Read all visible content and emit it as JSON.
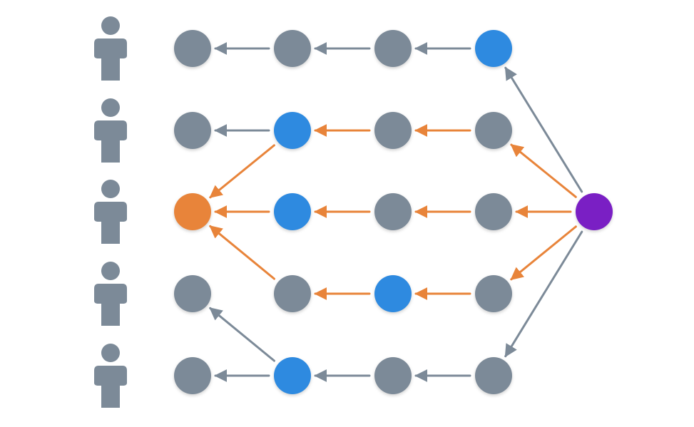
{
  "colors": {
    "person": "#7c8a98",
    "node_default": "#7c8a98",
    "node_blue": "#2e8ae0",
    "node_orange": "#e8843a",
    "node_purple": "#7a1fc4",
    "edge_gray": "#7c8a98",
    "edge_orange": "#e8843a"
  },
  "people": [
    {
      "id": "person-1",
      "icon": "person-icon"
    },
    {
      "id": "person-2",
      "icon": "person-icon"
    },
    {
      "id": "person-3",
      "icon": "person-icon"
    },
    {
      "id": "person-4",
      "icon": "person-icon"
    },
    {
      "id": "person-5",
      "icon": "person-icon"
    }
  ],
  "nodes": [
    {
      "id": "r1c1",
      "row": 1,
      "col": 1,
      "color": "node_default"
    },
    {
      "id": "r1c2",
      "row": 1,
      "col": 2,
      "color": "node_default"
    },
    {
      "id": "r1c3",
      "row": 1,
      "col": 3,
      "color": "node_default"
    },
    {
      "id": "r1c4",
      "row": 1,
      "col": 4,
      "color": "node_blue"
    },
    {
      "id": "r2c1",
      "row": 2,
      "col": 1,
      "color": "node_default"
    },
    {
      "id": "r2c2",
      "row": 2,
      "col": 2,
      "color": "node_blue"
    },
    {
      "id": "r2c3",
      "row": 2,
      "col": 3,
      "color": "node_default"
    },
    {
      "id": "r2c4",
      "row": 2,
      "col": 4,
      "color": "node_default"
    },
    {
      "id": "r3c1",
      "row": 3,
      "col": 1,
      "color": "node_orange"
    },
    {
      "id": "r3c2",
      "row": 3,
      "col": 2,
      "color": "node_blue"
    },
    {
      "id": "r3c3",
      "row": 3,
      "col": 3,
      "color": "node_default"
    },
    {
      "id": "r3c4",
      "row": 3,
      "col": 4,
      "color": "node_default"
    },
    {
      "id": "r3c5",
      "row": 3,
      "col": 5,
      "color": "node_purple"
    },
    {
      "id": "r4c1",
      "row": 4,
      "col": 1,
      "color": "node_default"
    },
    {
      "id": "r4c2",
      "row": 4,
      "col": 2,
      "color": "node_default"
    },
    {
      "id": "r4c3",
      "row": 4,
      "col": 3,
      "color": "node_blue"
    },
    {
      "id": "r4c4",
      "row": 4,
      "col": 4,
      "color": "node_default"
    },
    {
      "id": "r5c1",
      "row": 5,
      "col": 1,
      "color": "node_default"
    },
    {
      "id": "r5c2",
      "row": 5,
      "col": 2,
      "color": "node_blue"
    },
    {
      "id": "r5c3",
      "row": 5,
      "col": 3,
      "color": "node_default"
    },
    {
      "id": "r5c4",
      "row": 5,
      "col": 4,
      "color": "node_default"
    }
  ],
  "edges": [
    {
      "from": "r1c2",
      "to": "r1c1",
      "color": "edge_gray"
    },
    {
      "from": "r1c3",
      "to": "r1c2",
      "color": "edge_gray"
    },
    {
      "from": "r1c4",
      "to": "r1c3",
      "color": "edge_gray"
    },
    {
      "from": "r3c5",
      "to": "r1c4",
      "color": "edge_gray"
    },
    {
      "from": "r2c2",
      "to": "r2c1",
      "color": "edge_gray"
    },
    {
      "from": "r2c3",
      "to": "r2c2",
      "color": "edge_orange"
    },
    {
      "from": "r2c4",
      "to": "r2c3",
      "color": "edge_orange"
    },
    {
      "from": "r3c5",
      "to": "r2c4",
      "color": "edge_orange"
    },
    {
      "from": "r2c2",
      "to": "r3c1",
      "color": "edge_orange"
    },
    {
      "from": "r3c2",
      "to": "r3c1",
      "color": "edge_orange"
    },
    {
      "from": "r3c3",
      "to": "r3c2",
      "color": "edge_orange"
    },
    {
      "from": "r3c4",
      "to": "r3c3",
      "color": "edge_orange"
    },
    {
      "from": "r3c5",
      "to": "r3c4",
      "color": "edge_orange"
    },
    {
      "from": "r4c2",
      "to": "r3c1",
      "color": "edge_orange"
    },
    {
      "from": "r4c3",
      "to": "r4c2",
      "color": "edge_orange"
    },
    {
      "from": "r4c4",
      "to": "r4c3",
      "color": "edge_orange"
    },
    {
      "from": "r3c5",
      "to": "r4c4",
      "color": "edge_orange"
    },
    {
      "from": "r5c2",
      "to": "r4c1",
      "color": "edge_gray"
    },
    {
      "from": "r5c2",
      "to": "r5c1",
      "color": "edge_gray"
    },
    {
      "from": "r5c3",
      "to": "r5c2",
      "color": "edge_gray"
    },
    {
      "from": "r5c4",
      "to": "r5c3",
      "color": "edge_gray"
    },
    {
      "from": "r3c5",
      "to": "r5c4",
      "color": "edge_gray"
    }
  ]
}
